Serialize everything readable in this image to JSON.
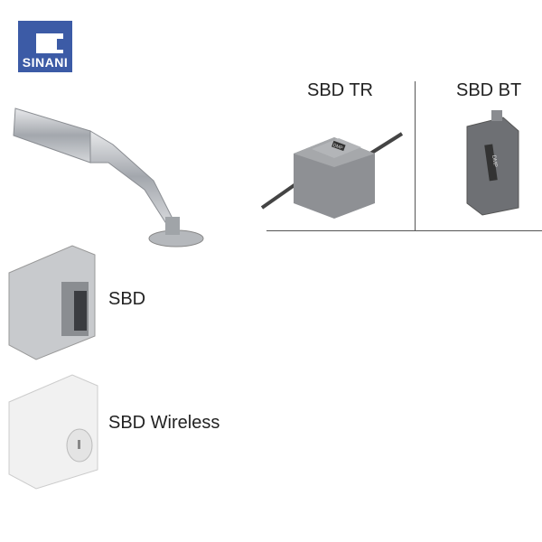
{
  "logo": {
    "text": "SINANI",
    "color": "#3c5ba6"
  },
  "products": {
    "tr": {
      "label": "SBD TR",
      "brand_mark": "DMP"
    },
    "bt": {
      "label": "SBD BT",
      "brand_mark": "DMP"
    },
    "sbd": {
      "label": "SBD"
    },
    "wireless": {
      "label": "SBD Wireless"
    }
  }
}
